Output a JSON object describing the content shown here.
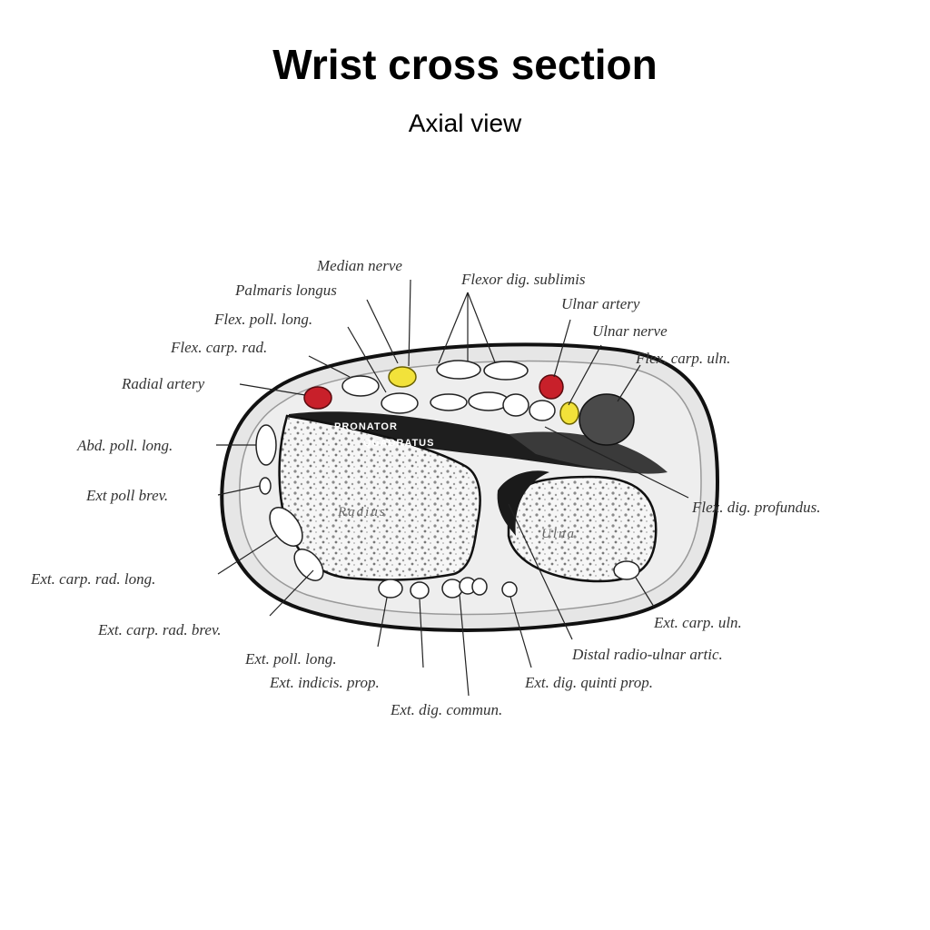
{
  "title": "Wrist cross section",
  "subtitle": "Axial view",
  "inner_labels": {
    "muscle_line1": "PRONATOR",
    "muscle_line2": "QUADRATUS",
    "radius": "Radius",
    "ulna": "Ulna"
  },
  "labels": {
    "median_nerve": "Median nerve",
    "palmaris_longus": "Palmaris longus",
    "flex_poll_long": "Flex. poll. long.",
    "flex_carp_rad": "Flex. carp. rad.",
    "radial_artery": "Radial artery",
    "abd_poll_long": "Abd. poll. long.",
    "ext_poll_brev": "Ext poll brev.",
    "ext_carp_rad_long": "Ext. carp. rad. long.",
    "ext_carp_rad_brev": "Ext. carp. rad. brev.",
    "ext_poll_long": "Ext. poll. long.",
    "ext_indicis_prop": "Ext. indicis. prop.",
    "ext_dig_commun": "Ext. dig. commun.",
    "ext_dig_quinti_prop": "Ext. dig. quinti prop.",
    "distal_radio_ulnar_artic": "Distal radio-ulnar artic.",
    "ext_carp_uln": "Ext. carp. uln.",
    "flex_dig_profundus": "Flex. dig. profundus.",
    "flex_carp_uln": "Flex. carp. uln.",
    "ulnar_nerve": "Ulnar nerve",
    "ulnar_artery": "Ulnar artery",
    "flexor_dig_sublimis": "Flexor dig. sublimis"
  },
  "colors": {
    "artery": "#c8202a",
    "nerve": "#f2e23a",
    "muscle": "#222222",
    "bone": "#f4f4f4",
    "tissue": "#e9e9e9"
  }
}
